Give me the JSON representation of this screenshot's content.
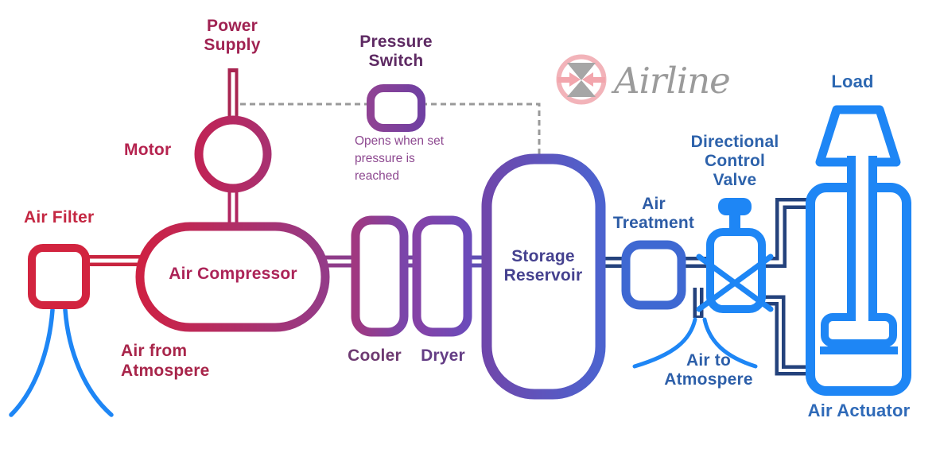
{
  "brand": "Airline",
  "labels": {
    "air_filter": "Air Filter",
    "air_from_atmosphere": "Air from Atmospere",
    "power_supply": "Power Supply",
    "motor": "Motor",
    "air_compressor": "Air Compressor",
    "pressure_switch": "Pressure Switch",
    "pressure_switch_note": "Opens when set pressure is reached",
    "cooler": "Cooler",
    "dryer": "Dryer",
    "storage_reservoir": "Storage Reservoir",
    "air_treatment": "Air Treatment",
    "directional_control_valve": "Directional Control Valve",
    "air_to_atmosphere": "Air to Atmospere",
    "load": "Load",
    "air_actuator": "Air Actuator"
  },
  "colors": {
    "filter_red": "#d2243f",
    "compressor_red": "#ce2143",
    "switch_purple": "#7e3f9a",
    "reservoir_indigo": "#5a55c0",
    "component_blue": "#1e86f5",
    "treatment_blue": "#3e68d2",
    "pipe_navy": "#24427c",
    "air_flow_blue": "#1e86f5",
    "dashed_gray": "#999999",
    "logo_pink": "#f2b3b9",
    "logo_gray": "#a6a6a6"
  }
}
